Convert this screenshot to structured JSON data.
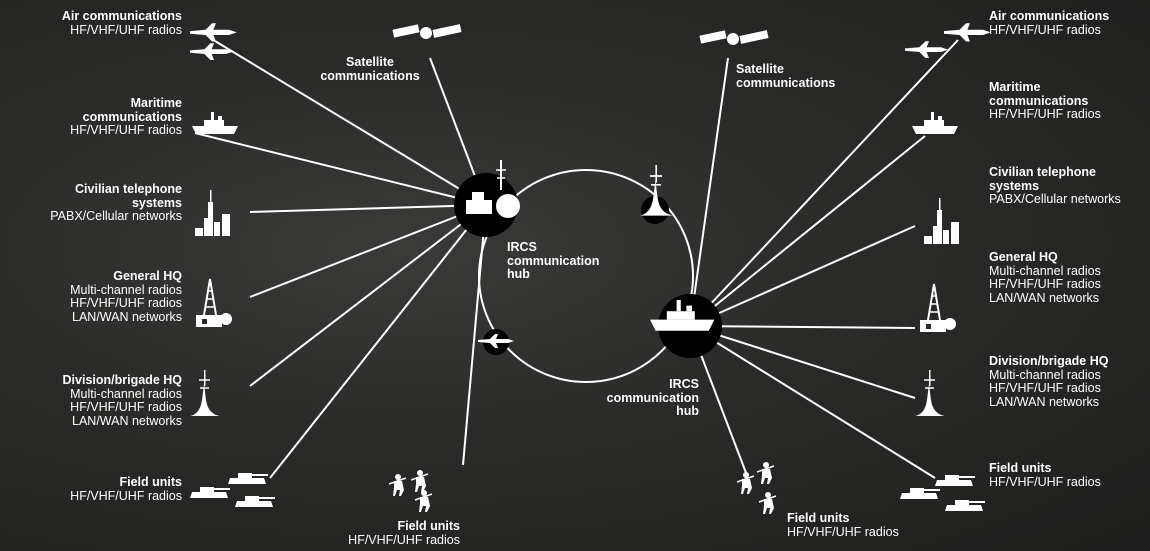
{
  "left": {
    "air": {
      "title": "Air communications",
      "sub": [
        "HF/VHF/UHF radios"
      ]
    },
    "satellite": {
      "title": [
        "Satellite",
        "communications"
      ]
    },
    "maritime": {
      "title": [
        "Maritime",
        "communications"
      ],
      "sub": [
        "HF/VHF/UHF radios"
      ]
    },
    "civilian": {
      "title": [
        "Civilian telephone",
        "systems"
      ],
      "sub": [
        "PABX/Cellular networks"
      ]
    },
    "general_hq": {
      "title": "General HQ",
      "sub": [
        "Multi-channel radios",
        "HF/VHF/UHF radios",
        "LAN/WAN networks"
      ]
    },
    "division_hq": {
      "title": "Division/brigade HQ",
      "sub": [
        "Multi-channel radios",
        "HF/VHF/UHF radios",
        "LAN/WAN networks"
      ]
    },
    "field_units": {
      "title": "Field units",
      "sub": [
        "HF/VHF/UHF radios"
      ]
    },
    "field_units_bottom": {
      "title": "Field units",
      "sub": [
        "HF/VHF/UHF radios"
      ]
    },
    "hub": [
      "IRCS",
      "communication",
      "hub"
    ]
  },
  "right": {
    "air": {
      "title": "Air communications",
      "sub": [
        "HF/VHF/UHF radios"
      ]
    },
    "satellite": {
      "title": [
        "Satellite",
        "communications"
      ]
    },
    "maritime": {
      "title": [
        "Maritime",
        "communications"
      ],
      "sub": [
        "HF/VHF/UHF radios"
      ]
    },
    "civilian": {
      "title": [
        "Civilian telephone",
        "systems"
      ],
      "sub": [
        "PABX/Cellular networks"
      ]
    },
    "general_hq": {
      "title": "General HQ",
      "sub": [
        "Multi-channel radios",
        "HF/VHF/UHF radios",
        "LAN/WAN networks"
      ]
    },
    "division_hq": {
      "title": "Division/brigade HQ",
      "sub": [
        "Multi-channel radios",
        "HF/VHF/UHF radios",
        "LAN/WAN networks"
      ]
    },
    "field_units": {
      "title": "Field units",
      "sub": [
        "HF/VHF/UHF radios"
      ]
    },
    "field_units_bottom": {
      "title": "Field units",
      "sub": [
        "HF/VHF/UHF radios"
      ]
    },
    "hub": [
      "IRCS",
      "communication",
      "hub"
    ]
  },
  "colors": {
    "background": "#2a2a28",
    "foreground": "#ffffff",
    "node_fill": "#000000"
  }
}
